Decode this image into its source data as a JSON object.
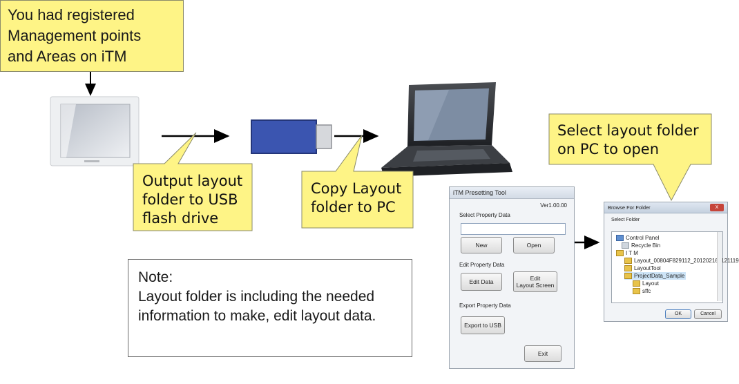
{
  "callouts": {
    "registered": "You had registered\nManagement points\nand Areas on iTM",
    "output": "Output layout\nfolder to USB\nflash drive",
    "copy": "Copy Layout\nfolder to PC",
    "select": "Select layout folder\non PC to open"
  },
  "note": {
    "title": "Note:",
    "body": "Layout folder is including the needed information to make, edit layout data."
  },
  "presetting_tool": {
    "title": "iTM Presetting Tool",
    "version": "Ver1.00.00",
    "select_section": "Select Property Data",
    "new_label": "New",
    "open_label": "Open",
    "edit_section": "Edit Property Data",
    "edit_data_label": "Edit Data",
    "edit_layout_label": "Edit\nLayout Screen",
    "export_section": "Export Property Data",
    "export_label": "Export to USB",
    "exit_label": "Exit"
  },
  "browse_dialog": {
    "title": "Browse For Folder",
    "instruction": "Select Folder",
    "tree": [
      "Control Panel",
      "Recycle Bin",
      "I T M",
      "Layout_00804F829112_20120216_121119",
      "LayoutTool",
      "ProjectData_Sample",
      "Layout",
      "sffc"
    ],
    "ok_label": "OK",
    "cancel_label": "Cancel",
    "close_label": "X"
  },
  "colors": {
    "callout_fill": "#fef486",
    "usb_body": "#3b55b0",
    "arrow": "#000000"
  }
}
